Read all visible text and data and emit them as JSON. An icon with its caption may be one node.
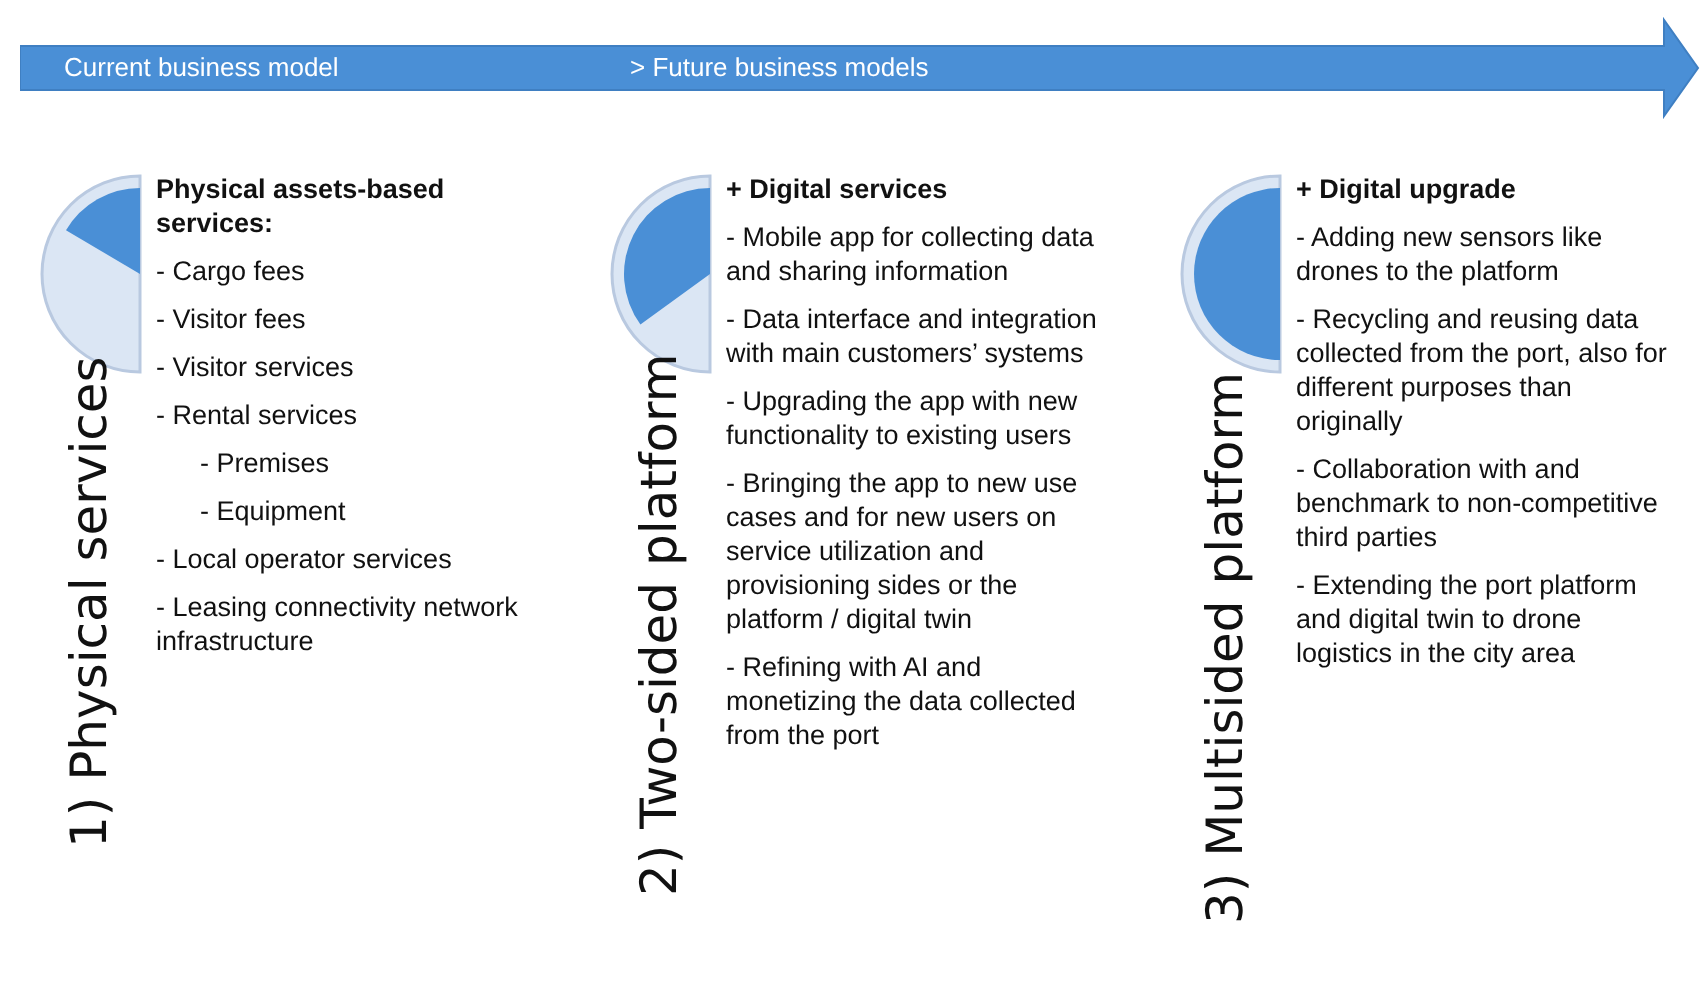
{
  "diagram": {
    "nodes": [
      {
        "text": [
          "Current business model",
          "> Future business models"
        ]
      }
    ],
    "edges": [],
    "labels": [
      "1) Physical services",
      "Physical assets-based services:",
      "- Cargo fees",
      "- Visitor fees",
      "- Visitor services",
      "- Rental services",
      "- Premises",
      "- Equipment",
      "- Local operator services",
      "- Leasing connectivity network infrastructure",
      "2) Two-sided platform",
      "+ Digital services",
      "- Mobile app for collecting data and sharing information",
      "- Data interface and integration with main customers’ systems",
      "- Upgrading the app with new functionality to existing users",
      "- Bringing the app to new use cases and for new users on service utilization and provisioning sides or the platform / digital twin",
      "- Refining with AI and monetizing the data collected from the port",
      "3) Multisided platform",
      "+ Digital upgrade",
      "- Adding new sensors like drones to the platform",
      "- Recycling and reusing data collected from the port, also for different purposes than originally",
      "- Collaboration with and benchmark to non-competitive third parties",
      "- Extending the port platform and digital twin to drone logistics in the city area"
    ]
  }
}
